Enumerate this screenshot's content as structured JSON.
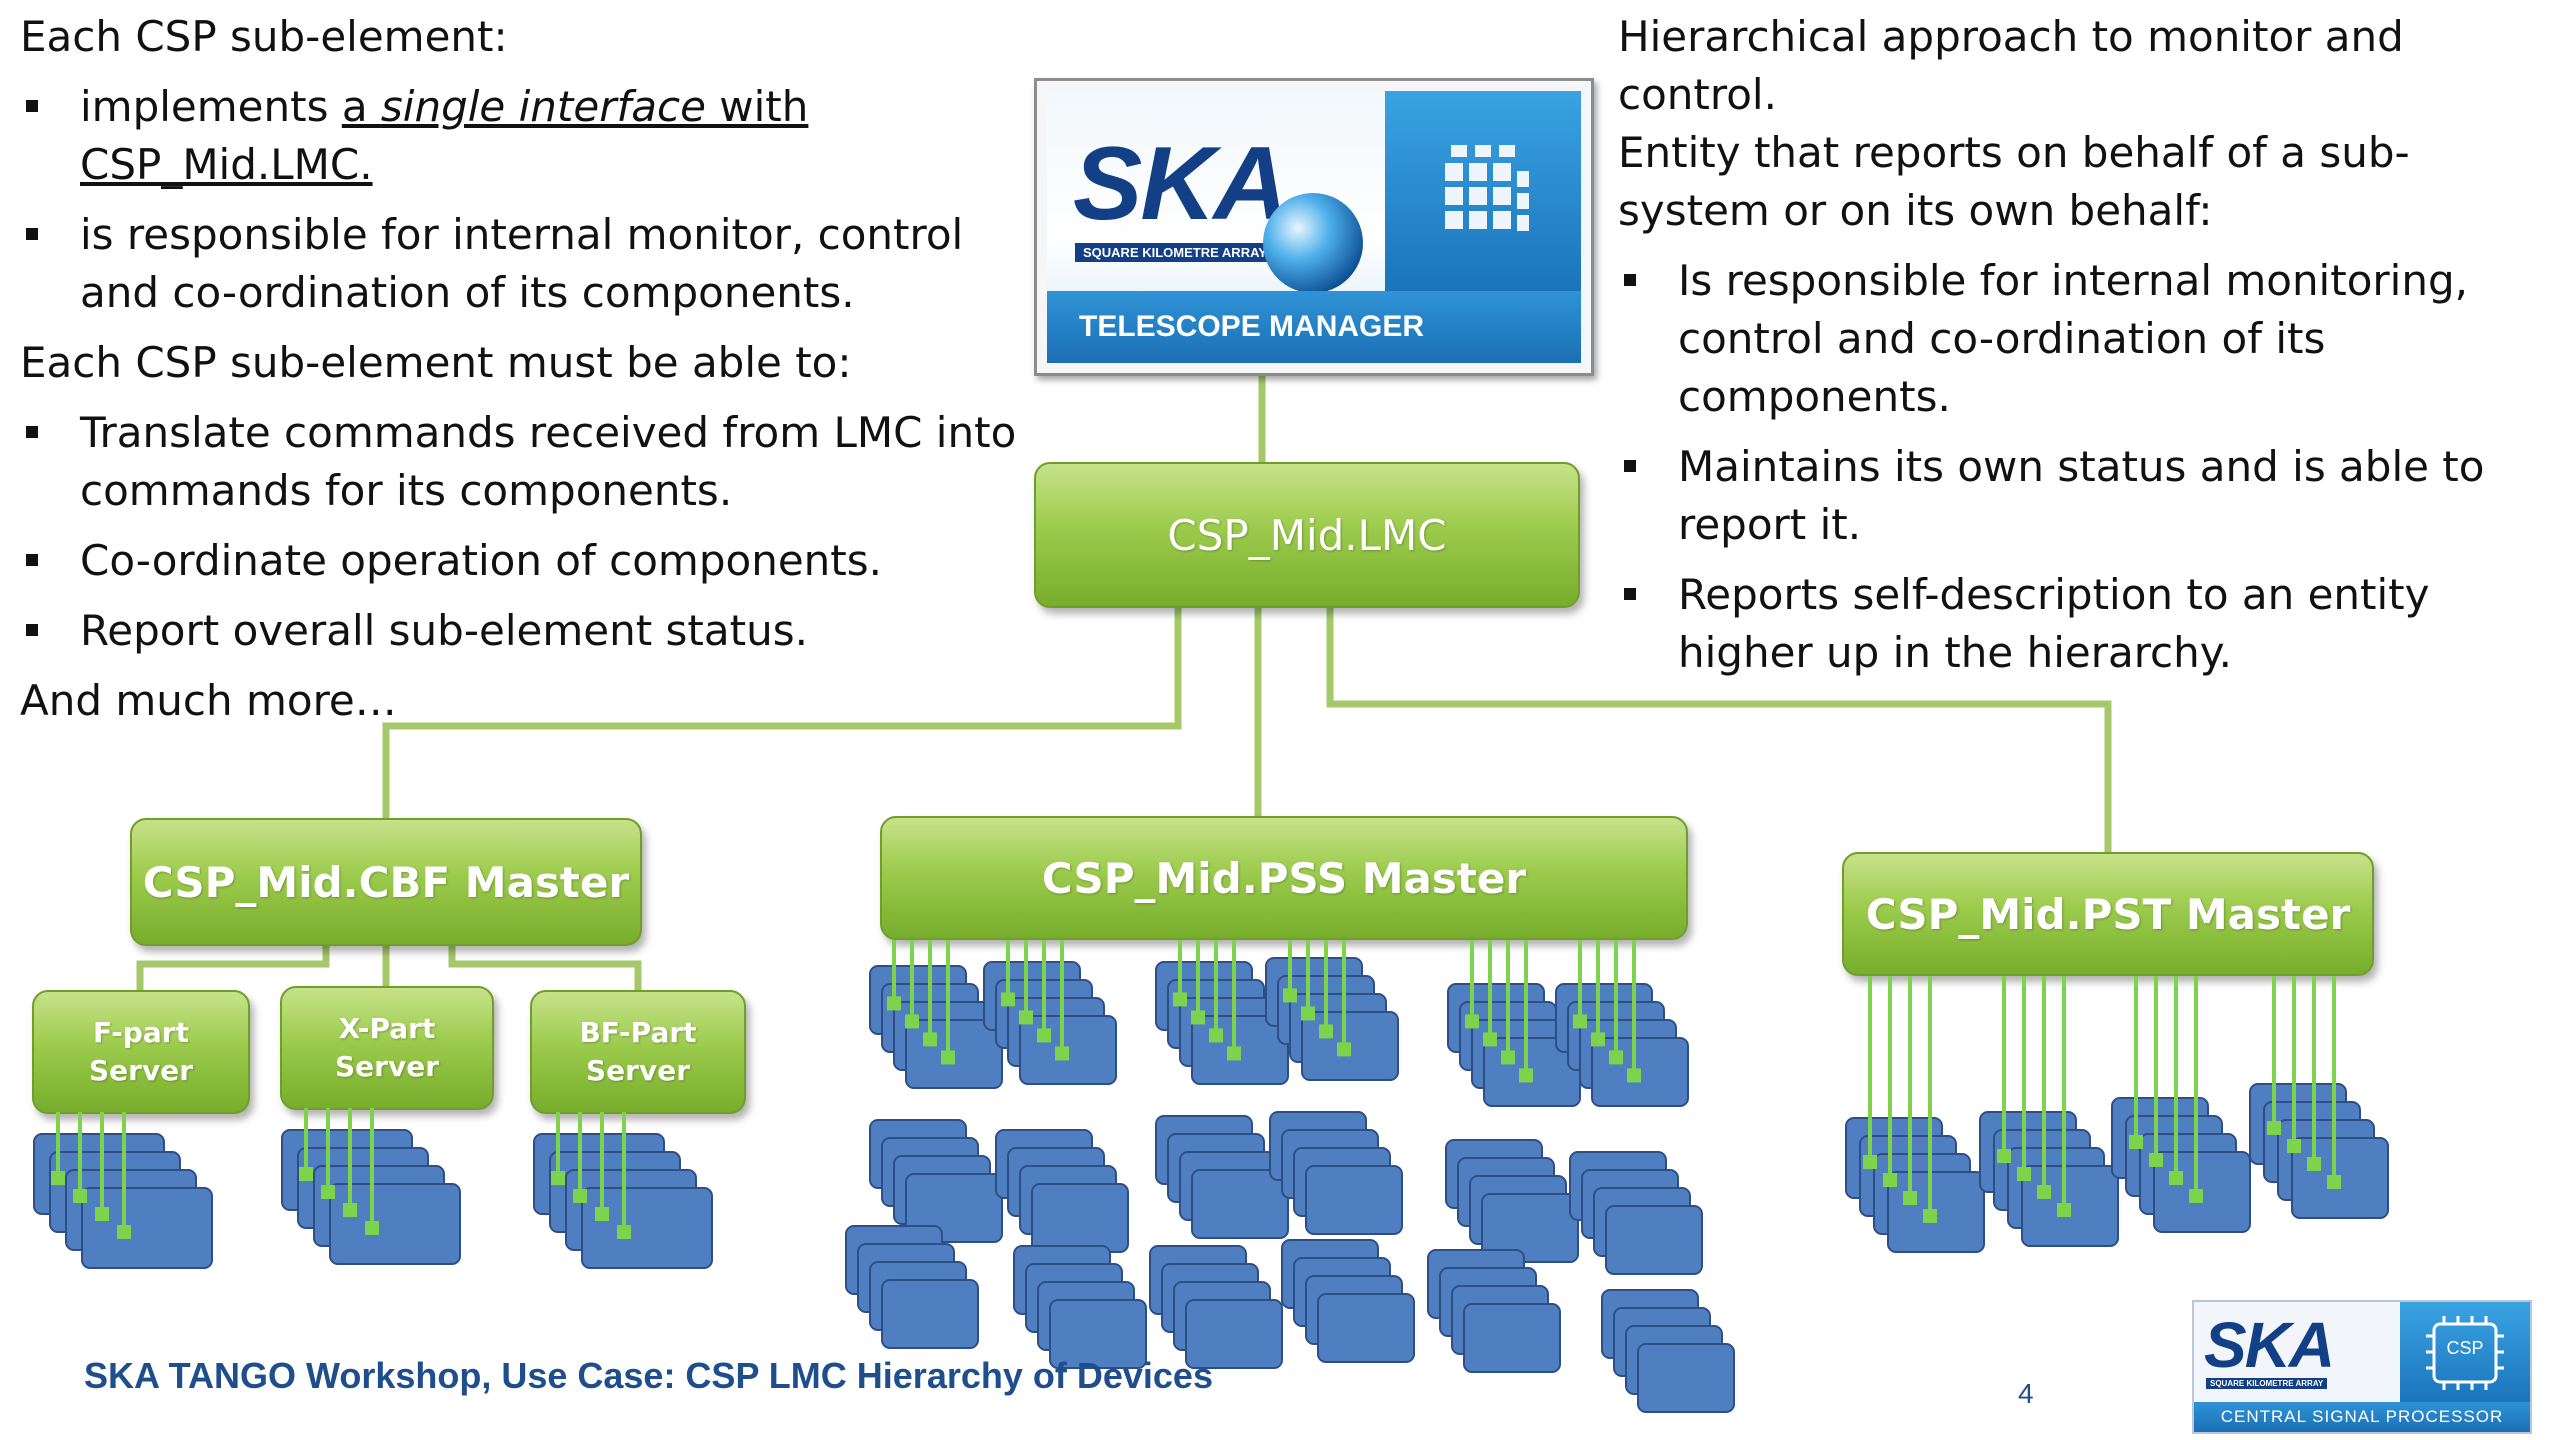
{
  "left_text": {
    "heading1": "Each CSP sub-element:",
    "bullets1": [
      {
        "pre": " implements ",
        "u1": "a ",
        "ital": "single interface",
        "u2": " with",
        "line2": "CSP_Mid.LMC."
      },
      {
        "text": "is responsible for internal monitor, control and co-ordination of its components."
      }
    ],
    "heading2": "Each CSP sub-element must be able to:",
    "bullets2": [
      "Translate commands received from LMC into commands for its components.",
      "Co-ordinate operation of  components.",
      "Report overall  sub-element status."
    ],
    "closing": "And much more…"
  },
  "right_text": {
    "intro_line1": "Hierarchical approach to monitor and control.",
    "intro_line2": "Entity that reports on behalf of a sub-system or on its own behalf:",
    "bullets": [
      "Is responsible for internal monitoring, control and co-ordination of its components.",
      "Maintains its own status and is able to report it.",
      "Reports self-description to an entity higher up in the hierarchy."
    ]
  },
  "telescope_manager": {
    "logo_word": "SKA",
    "logo_sub": "SQUARE KILOMETRE ARRAY",
    "label": "TELESCOPE MANAGER"
  },
  "nodes": {
    "lmc": "CSP_Mid.LMC",
    "cbf": "CSP_Mid.CBF Master",
    "pss": "CSP_Mid.PSS Master",
    "pst": "CSP_Mid.PST Master",
    "fpart_l1": "F-part",
    "fpart_l2": "Server",
    "xpart_l1": "X-Part",
    "xpart_l2": "Server",
    "bfpart_l1": "BF-Part",
    "bfpart_l2": "Server"
  },
  "footer": {
    "text": "SKA TANGO Workshop,  Use Case:  CSP LMC Hierarchy of Devices",
    "page": "4"
  },
  "csp_logo": {
    "logo_word": "SKA",
    "logo_sub": "SQUARE KILOMETRE ARRAY",
    "chip_label": "CSP",
    "label": "CENTRAL SIGNAL PROCESSOR"
  },
  "colors": {
    "box_green_top": "#c7e28a",
    "box_green_bottom": "#78ad2c",
    "connector_green": "#a5c96a",
    "device_fill": "#4f7fc1",
    "device_stroke": "#2d4f86",
    "wire_green": "#7dd34c",
    "footer_blue": "#1f4e8c",
    "ska_blue": "#1b6fb4"
  }
}
